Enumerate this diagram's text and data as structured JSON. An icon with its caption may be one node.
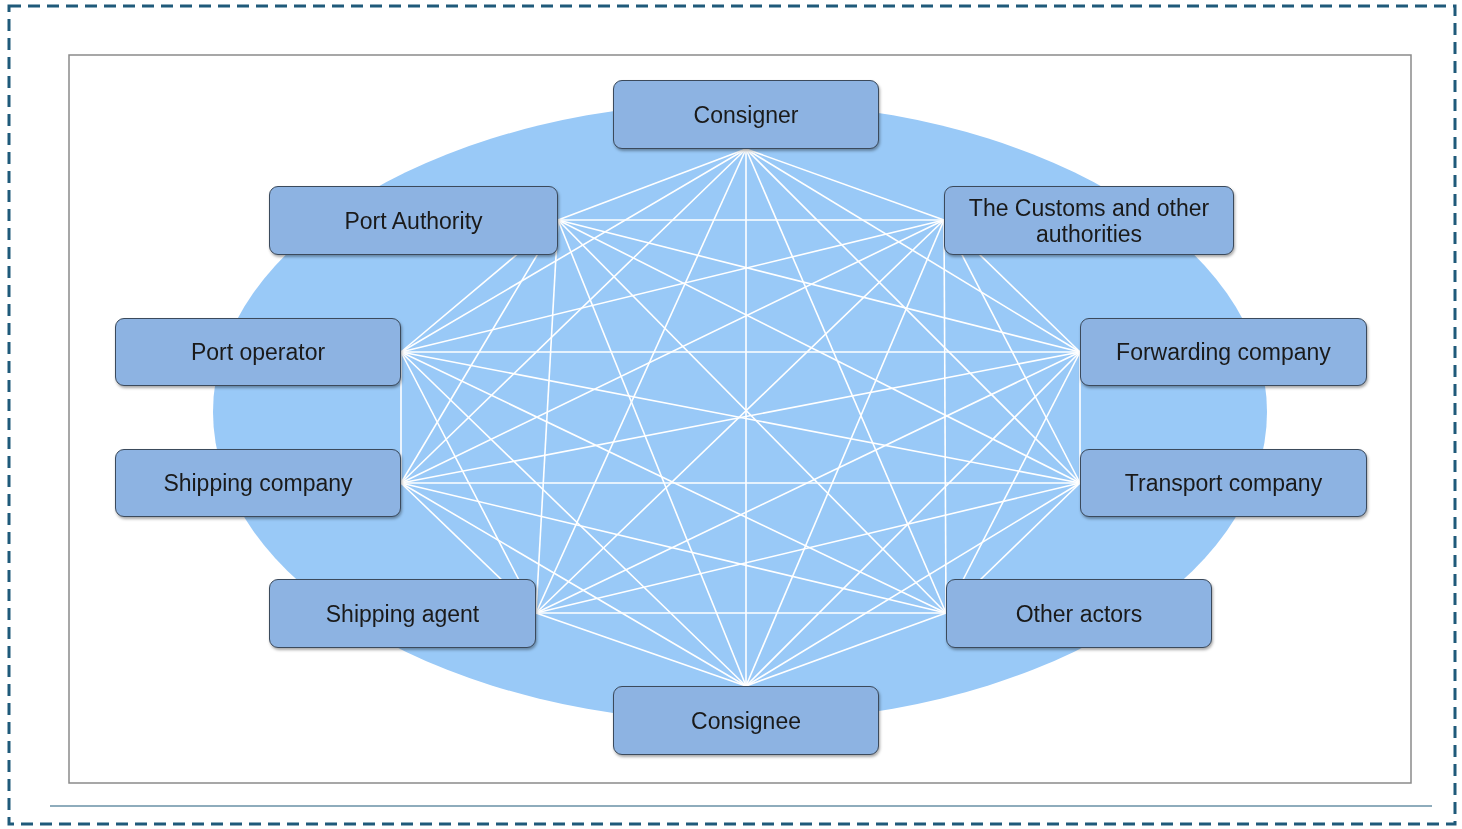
{
  "diagram": {
    "nodes": [
      {
        "text": [
          "Consigner"
        ]
      },
      {
        "text": [
          "Port Authority"
        ]
      },
      {
        "text": [
          "The Customs and other authorities"
        ]
      },
      {
        "text": [
          "Port operator"
        ]
      },
      {
        "text": [
          "Forwarding company"
        ]
      },
      {
        "text": [
          "Shipping company"
        ]
      },
      {
        "text": [
          "Transport company"
        ]
      },
      {
        "text": [
          "Shipping agent"
        ]
      },
      {
        "text": [
          "Other actors"
        ]
      },
      {
        "text": [
          "Consignee"
        ]
      }
    ],
    "edges": [
      {
        "from": 0,
        "to": 1,
        "arrow": "none"
      },
      {
        "from": 0,
        "to": 2,
        "arrow": "none"
      },
      {
        "from": 0,
        "to": 3,
        "arrow": "none"
      },
      {
        "from": 0,
        "to": 4,
        "arrow": "none"
      },
      {
        "from": 0,
        "to": 5,
        "arrow": "none"
      },
      {
        "from": 0,
        "to": 6,
        "arrow": "none"
      },
      {
        "from": 0,
        "to": 7,
        "arrow": "none"
      },
      {
        "from": 0,
        "to": 8,
        "arrow": "none"
      },
      {
        "from": 0,
        "to": 9,
        "arrow": "none"
      },
      {
        "from": 1,
        "to": 2,
        "arrow": "none"
      },
      {
        "from": 1,
        "to": 3,
        "arrow": "none"
      },
      {
        "from": 1,
        "to": 4,
        "arrow": "none"
      },
      {
        "from": 1,
        "to": 5,
        "arrow": "none"
      },
      {
        "from": 1,
        "to": 6,
        "arrow": "none"
      },
      {
        "from": 1,
        "to": 7,
        "arrow": "none"
      },
      {
        "from": 1,
        "to": 8,
        "arrow": "none"
      },
      {
        "from": 1,
        "to": 9,
        "arrow": "none"
      },
      {
        "from": 2,
        "to": 3,
        "arrow": "none"
      },
      {
        "from": 2,
        "to": 4,
        "arrow": "none"
      },
      {
        "from": 2,
        "to": 5,
        "arrow": "none"
      },
      {
        "from": 2,
        "to": 6,
        "arrow": "none"
      },
      {
        "from": 2,
        "to": 7,
        "arrow": "none"
      },
      {
        "from": 2,
        "to": 8,
        "arrow": "none"
      },
      {
        "from": 2,
        "to": 9,
        "arrow": "none"
      },
      {
        "from": 3,
        "to": 4,
        "arrow": "none"
      },
      {
        "from": 3,
        "to": 5,
        "arrow": "none"
      },
      {
        "from": 3,
        "to": 6,
        "arrow": "none"
      },
      {
        "from": 3,
        "to": 7,
        "arrow": "none"
      },
      {
        "from": 3,
        "to": 8,
        "arrow": "none"
      },
      {
        "from": 3,
        "to": 9,
        "arrow": "none"
      },
      {
        "from": 4,
        "to": 5,
        "arrow": "none"
      },
      {
        "from": 4,
        "to": 6,
        "arrow": "none"
      },
      {
        "from": 4,
        "to": 7,
        "arrow": "none"
      },
      {
        "from": 4,
        "to": 8,
        "arrow": "none"
      },
      {
        "from": 4,
        "to": 9,
        "arrow": "none"
      },
      {
        "from": 5,
        "to": 6,
        "arrow": "none"
      },
      {
        "from": 5,
        "to": 7,
        "arrow": "none"
      },
      {
        "from": 5,
        "to": 8,
        "arrow": "none"
      },
      {
        "from": 5,
        "to": 9,
        "arrow": "none"
      },
      {
        "from": 6,
        "to": 7,
        "arrow": "none"
      },
      {
        "from": 6,
        "to": 8,
        "arrow": "none"
      },
      {
        "from": 6,
        "to": 9,
        "arrow": "none"
      },
      {
        "from": 7,
        "to": 8,
        "arrow": "none"
      },
      {
        "from": 7,
        "to": 9,
        "arrow": "none"
      },
      {
        "from": 8,
        "to": 9,
        "arrow": "none"
      }
    ]
  }
}
